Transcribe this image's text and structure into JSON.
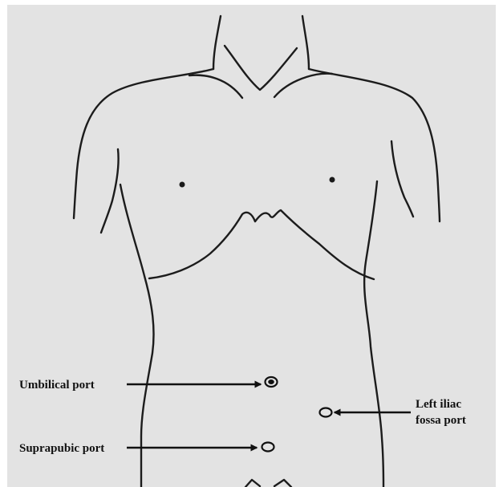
{
  "diagram": {
    "ports": [
      {
        "id": "umbilical",
        "label_lines": [
          "Umbilical port"
        ]
      },
      {
        "id": "left-iliac-fossa",
        "label_lines": [
          "Left iliac",
          "fossa port"
        ]
      },
      {
        "id": "suprapubic",
        "label_lines": [
          "Suprapubic port"
        ]
      }
    ]
  }
}
